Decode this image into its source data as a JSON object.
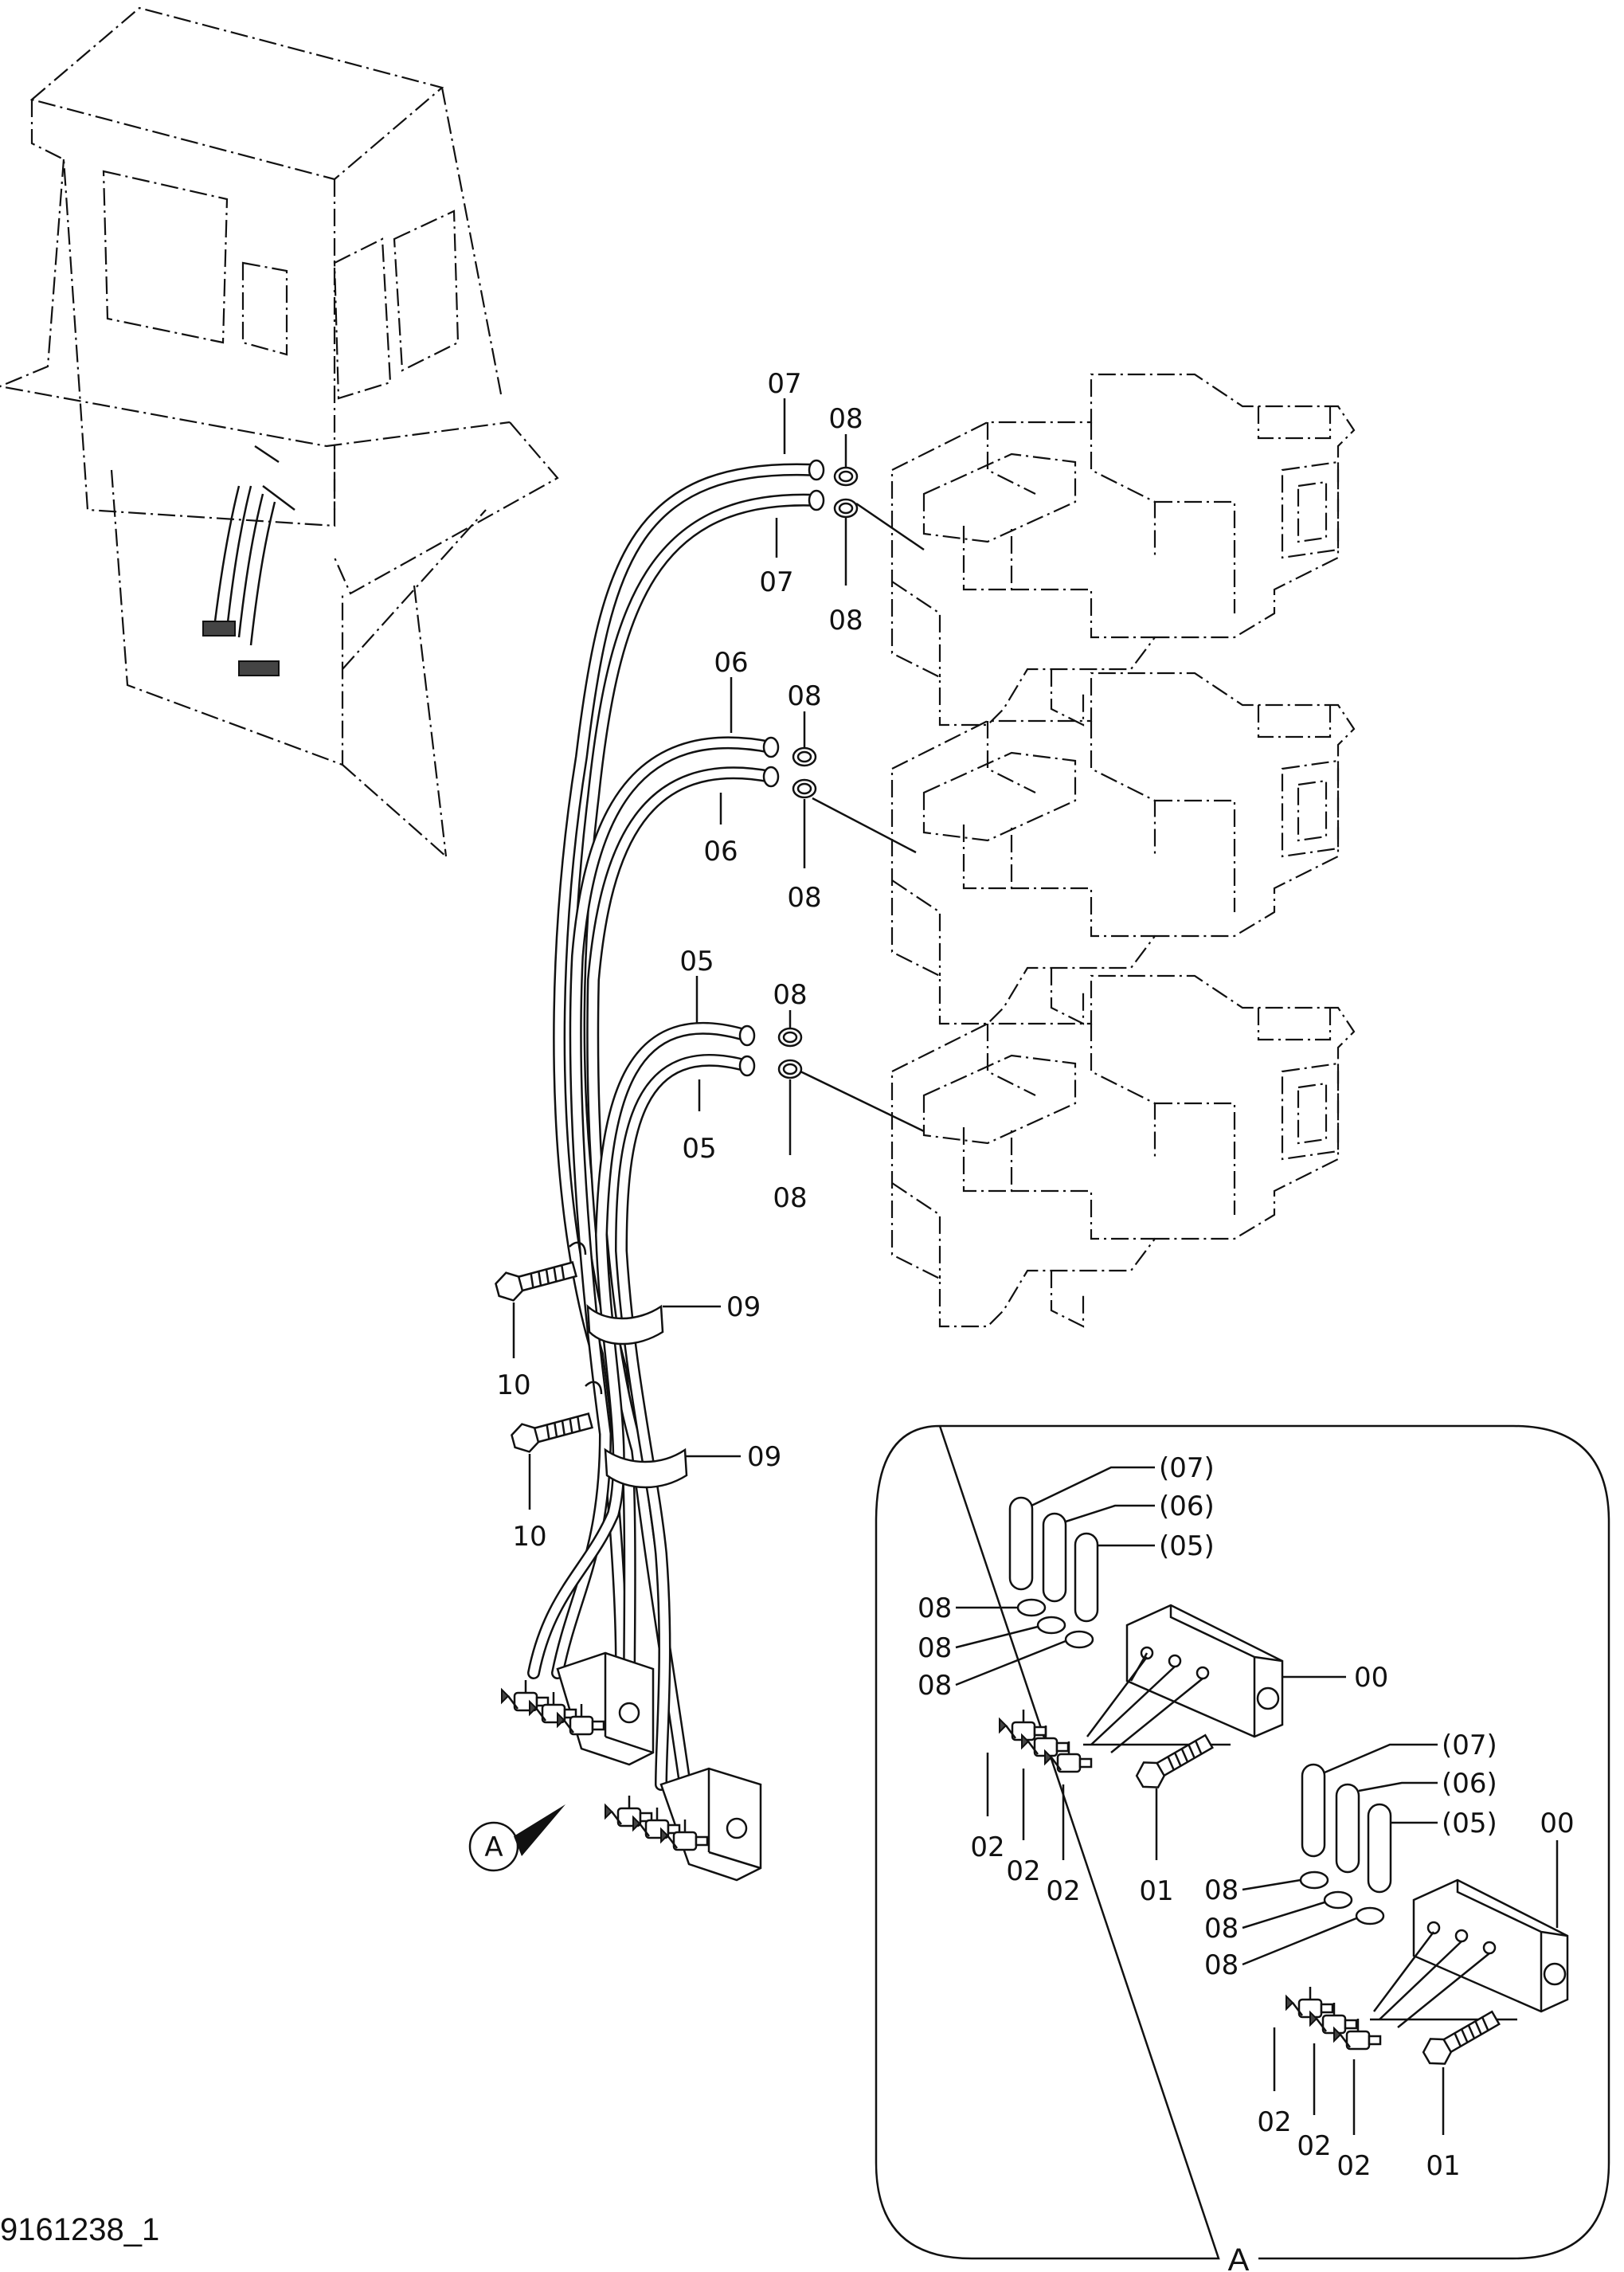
{
  "drawing_number": "9161238_1",
  "detail_view": {
    "marker": "A",
    "frame_label": "A"
  },
  "callouts": {
    "hose_top_a": "07",
    "hose_top_b": "07",
    "hose_mid_a": "06",
    "hose_mid_b": "06",
    "hose_low_a": "05",
    "hose_low_b": "05",
    "clamp_top_a": "08",
    "clamp_top_b": "08",
    "clamp_mid_a": "08",
    "clamp_mid_b": "08",
    "clamp_low_a": "08",
    "clamp_low_b": "08",
    "band_upper": "09",
    "band_lower": "09",
    "bolt_upper": "10",
    "bolt_lower": "10"
  },
  "detail_callouts": {
    "set1": {
      "hose_07": "(07)",
      "hose_06": "(06)",
      "hose_05": "(05)",
      "clamp_a": "08",
      "clamp_b": "08",
      "clamp_c": "08",
      "block": "00",
      "bolt": "01",
      "cock_a": "02",
      "cock_b": "02",
      "cock_c": "02"
    },
    "set2": {
      "hose_07": "(07)",
      "hose_06": "(06)",
      "hose_05": "(05)",
      "clamp_a": "08",
      "clamp_b": "08",
      "clamp_c": "08",
      "block": "00",
      "bolt": "01",
      "cock_a": "02",
      "cock_b": "02",
      "cock_c": "02"
    }
  }
}
